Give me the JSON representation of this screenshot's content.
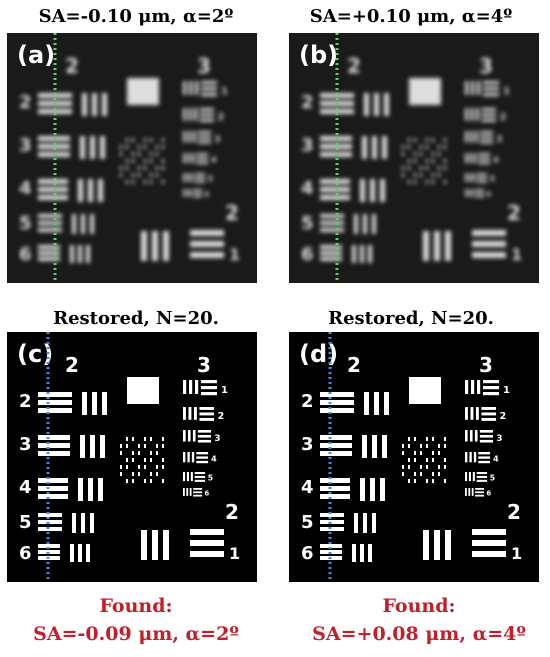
{
  "panels": [
    {
      "label": "(a)",
      "caption": "SA=-0.10 μm, α=2º",
      "kind": "blurred"
    },
    {
      "label": "(b)",
      "caption": "SA=+0.10 μm, α=4º",
      "kind": "blurred"
    },
    {
      "label": "(c)",
      "caption": "Restored, N=20.",
      "kind": "restored"
    },
    {
      "label": "(d)",
      "caption": "Restored, N=20.",
      "kind": "restored"
    }
  ],
  "target_numbers": {
    "group_top": "2",
    "group_right": "3",
    "group_bottom": "2",
    "rows_left": [
      "2",
      "3",
      "4",
      "5",
      "6"
    ],
    "bottom_right_element": "1",
    "small_rows": [
      "1",
      "2",
      "3",
      "4",
      "5",
      "6"
    ]
  },
  "found": [
    {
      "title": "Found:",
      "value": "SA=-0.09 μm, α=2º"
    },
    {
      "title": "Found:",
      "value": "SA=+0.08 μm, α=4º"
    }
  ],
  "colors": {
    "blurred_bg": "#1a1a1a",
    "restored_bg": "#000000",
    "bars": "#ffffff",
    "dotted_line_top": "#63c97b",
    "dotted_line_bottom": "#3f8ee0",
    "found_text": "#c41e2a"
  }
}
